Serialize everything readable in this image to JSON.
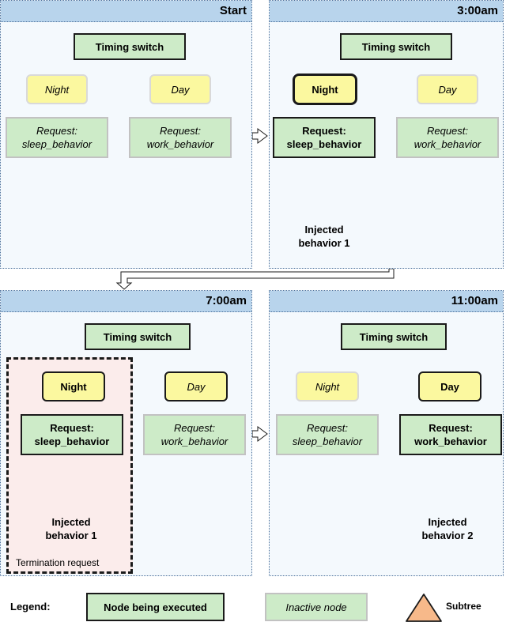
{
  "panels": {
    "start": "Start",
    "t3": "3:00am",
    "t7": "7:00am",
    "t11": "11:00am"
  },
  "nodes": {
    "timing_switch": "Timing switch",
    "night": "Night",
    "day": "Day",
    "request_sleep_1": "Request:",
    "request_sleep_2": "sleep_behavior",
    "request_work_1": "Request:",
    "request_work_2": "work_behavior",
    "injected_1_a": "Injected",
    "injected_1_b": "behavior 1",
    "injected_2_a": "Injected",
    "injected_2_b": "behavior 2",
    "termination": "Termination request"
  },
  "legend": {
    "title": "Legend:",
    "executed": "Node being executed",
    "inactive": "Inactive node",
    "subtree": "Subtree"
  },
  "colors": {
    "panel_header": "#b8d4ec",
    "panel_bg": "#f4f9fd",
    "green_node": "#cdebc8",
    "yellow_node": "#fbf89f",
    "subtree": "#f7b98a",
    "termination_bg": "#fbeceb"
  }
}
